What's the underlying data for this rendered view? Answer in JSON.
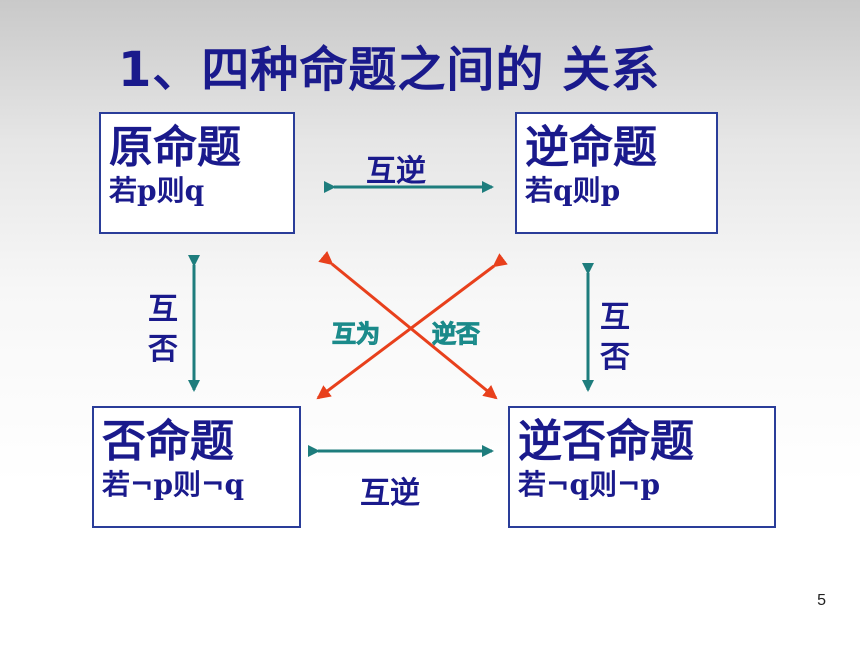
{
  "title": "1、四种命题之间的 关系",
  "boxes": {
    "original": {
      "name": "原命题",
      "condition": "若p则q"
    },
    "converse": {
      "name": "逆命题",
      "condition": "若q则p"
    },
    "inverse": {
      "name": "否命题",
      "condition": "若¬p则¬q"
    },
    "contrapositive": {
      "name": "逆否命题",
      "condition": "若¬q则¬p"
    }
  },
  "relations": {
    "top": "互逆",
    "bottom": "互逆",
    "left": [
      "互",
      "否"
    ],
    "right": [
      "互",
      "否"
    ],
    "diagonal_left": "互为",
    "diagonal_right": "逆否"
  },
  "colors": {
    "text": "#1a1a8c",
    "box_border": "#2a3d99",
    "teal_arrow": "#1e7d7d",
    "red_arrow": "#e8401c"
  },
  "page_number": "5"
}
